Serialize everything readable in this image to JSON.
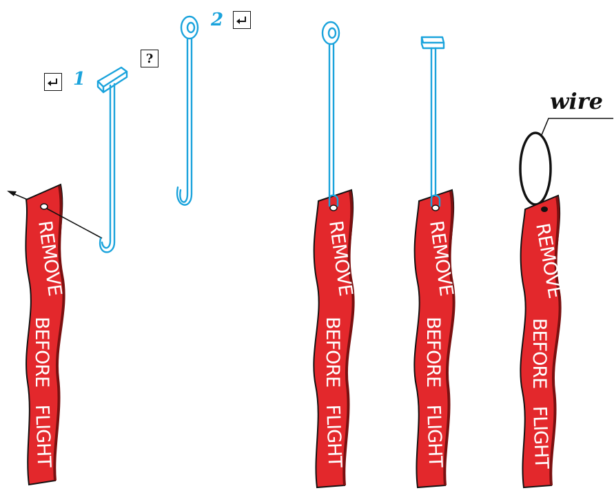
{
  "labels": {
    "option1_number": "1",
    "option2_number": "2",
    "question_mark": "?",
    "wire": "wire"
  },
  "tag": {
    "line1": "REMOVE",
    "line2": "BEFORE",
    "line3": "FLIGHT"
  },
  "colors": {
    "tag_red": "#e3282c",
    "hook_blue": "#1aa3dc",
    "outline": "#111111"
  },
  "icons": {
    "option1_box": "return-arrow-icon",
    "option2_box": "return-arrow-icon"
  }
}
